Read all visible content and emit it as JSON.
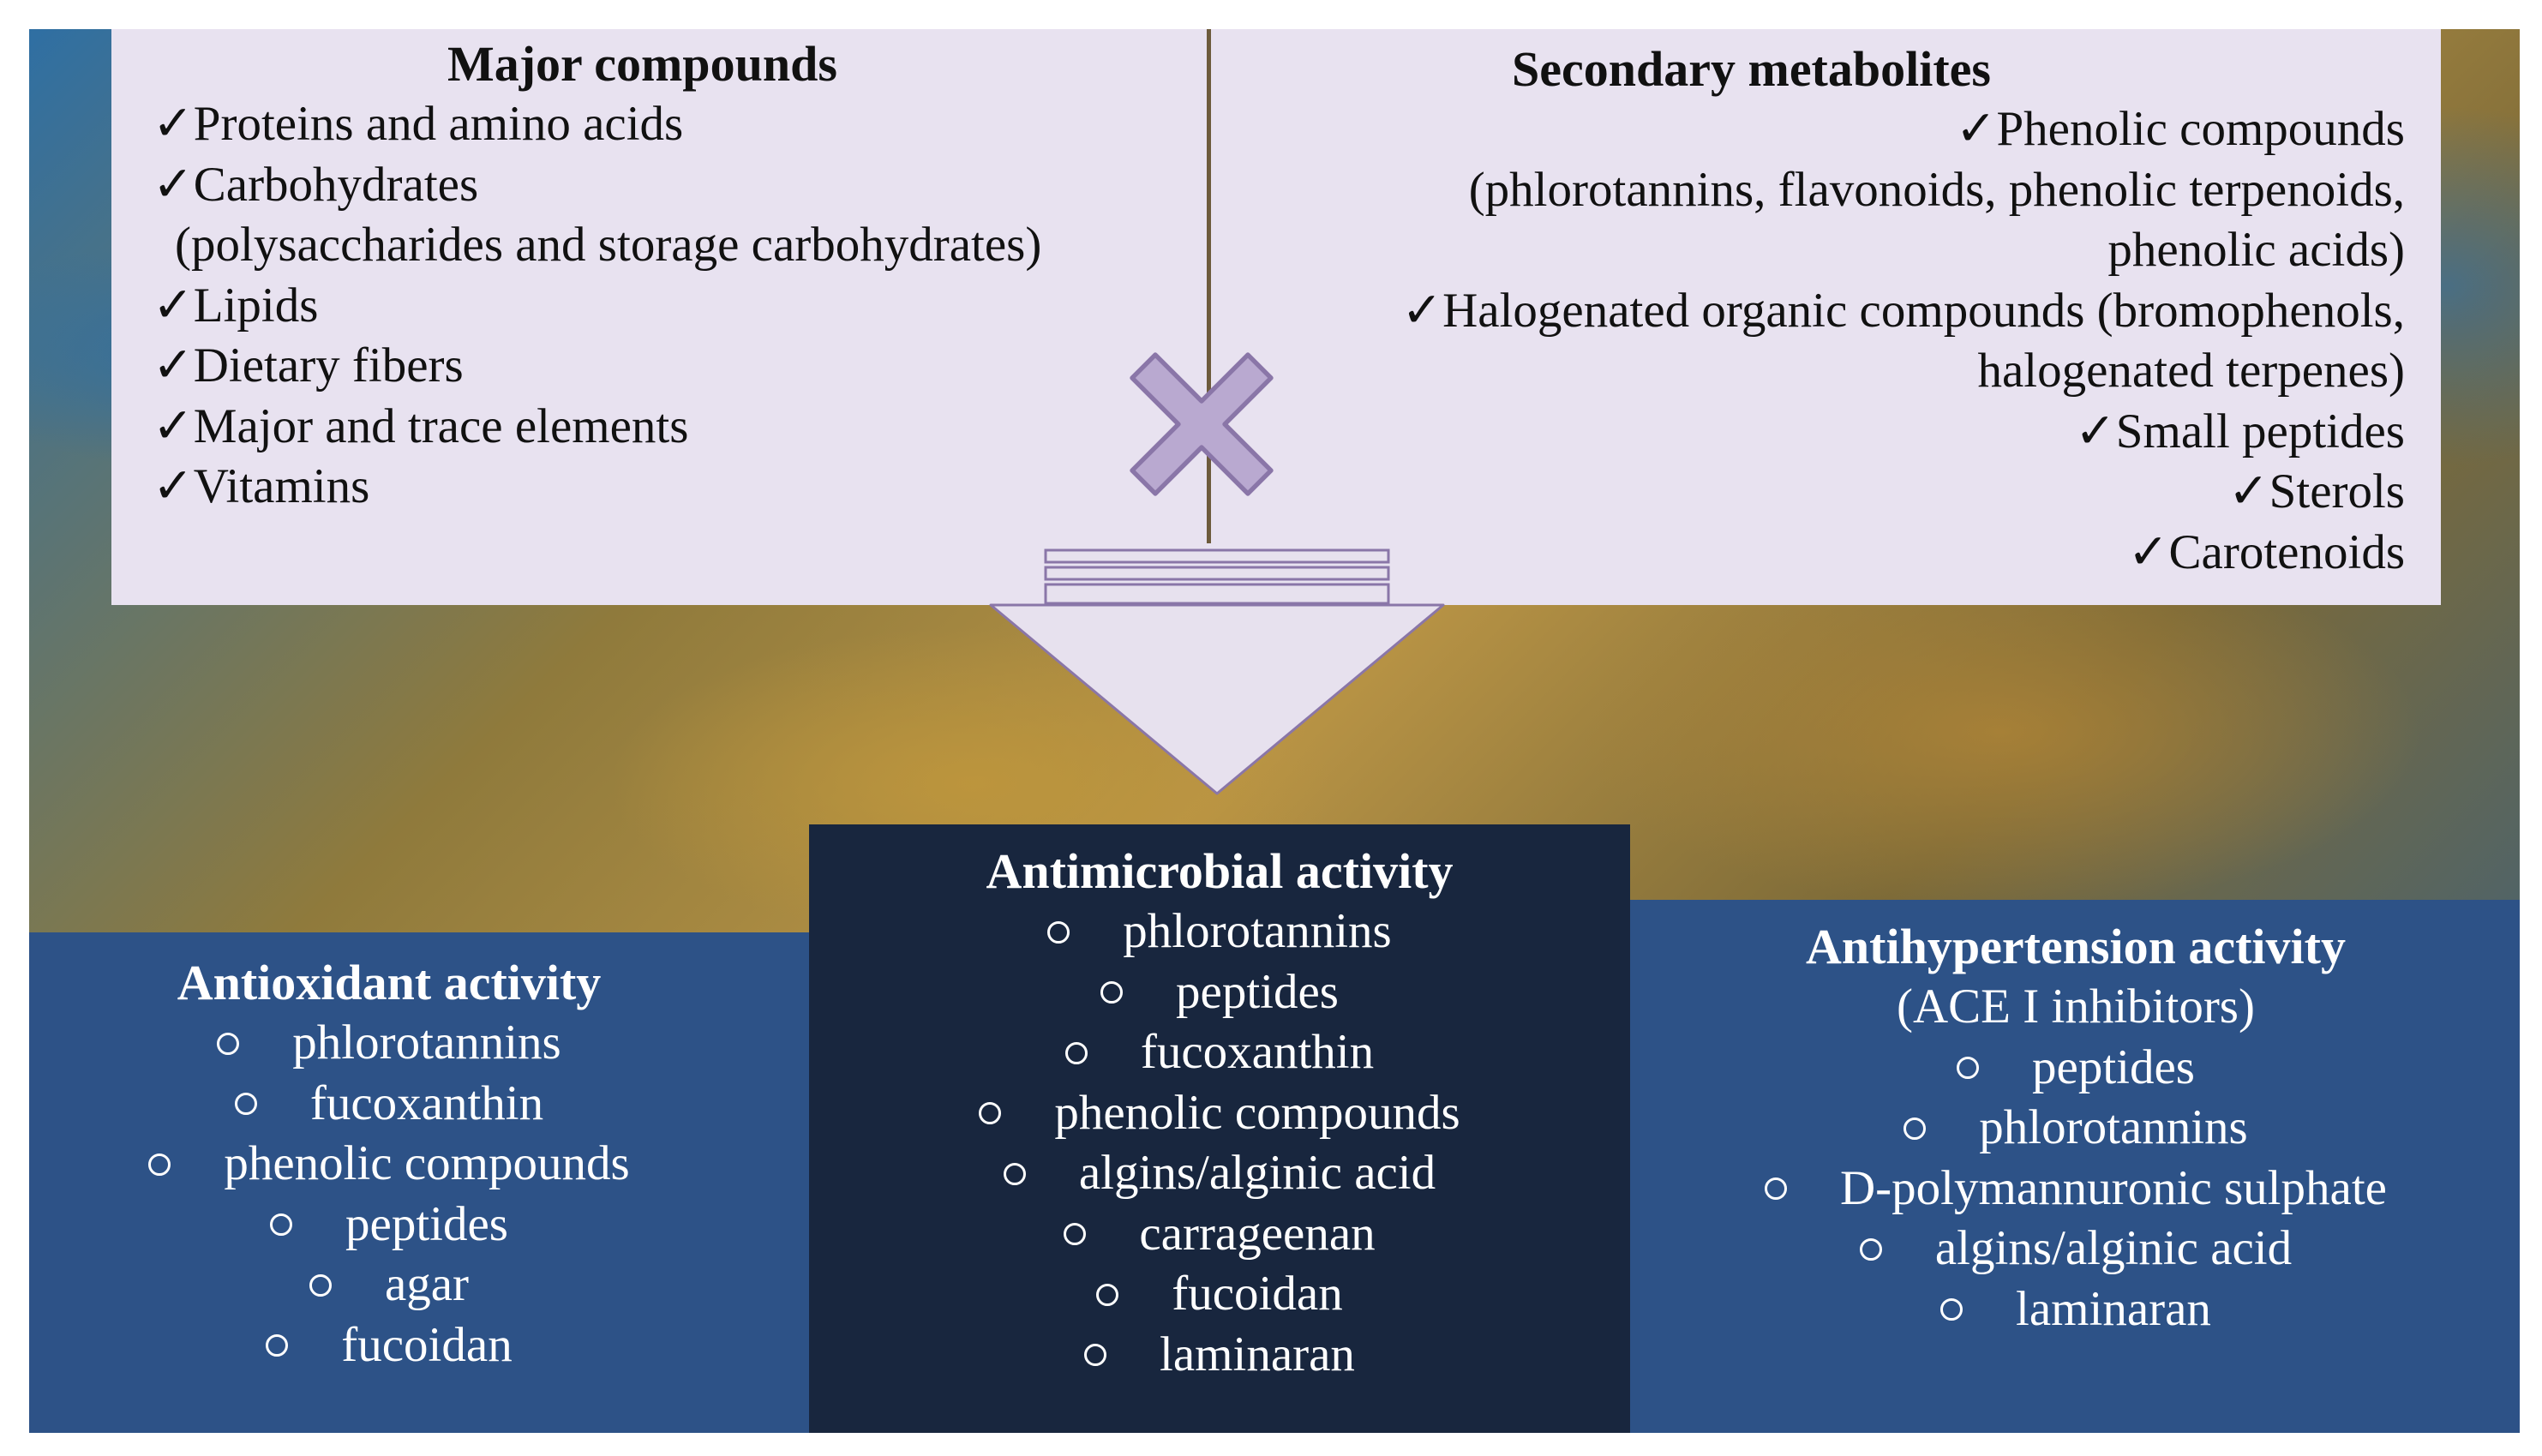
{
  "major_compounds": {
    "title": "Major compounds",
    "items": [
      "✓Proteins and amino acids",
      "✓Carbohydrates",
      "(polysaccharides and storage carbohydrates)",
      "✓Lipids",
      "✓Dietary fibers",
      "✓Major and trace elements",
      "✓Vitamins"
    ]
  },
  "secondary_metabolites": {
    "title": "Secondary metabolites",
    "lines": [
      "✓Phenolic compounds",
      "(phlorotannins, flavonoids, phenolic terpenoids,",
      "phenolic acids)",
      "✓Halogenated organic compounds (bromophenols,",
      "halogenated terpenes)",
      "✓Small peptides",
      "✓Sterols",
      "✓Carotenoids"
    ]
  },
  "antioxidant": {
    "title": "Antioxidant  activity",
    "items": [
      "phlorotannins",
      "fucoxanthin",
      "phenolic compounds",
      "peptides",
      "agar",
      "fucoidan"
    ]
  },
  "antimicrobial": {
    "title": "Antimicrobial activity",
    "items": [
      "phlorotannins",
      "peptides",
      "fucoxanthin",
      "phenolic compounds",
      "algins/alginic acid",
      "carrageenan",
      "fucoidan",
      "laminaran"
    ]
  },
  "antihypertension": {
    "title": "Antihypertension activity",
    "subtitle": "(ACE I inhibitors)",
    "items": [
      "peptides",
      "phlorotannins",
      "D-polymannuronic sulphate",
      "algins/alginic acid",
      "laminaran"
    ]
  },
  "colors": {
    "top_panel": "#e8e2f0",
    "side_panel": "#2d5287",
    "center_panel": "#18263e",
    "symbol_fill": "#b9a9d0",
    "symbol_stroke": "#8a76a8",
    "arrow_fill": "#e7e1ee"
  },
  "icons": {
    "combine_symbol": "cross-icon",
    "flow_arrow": "down-arrow-icon"
  }
}
